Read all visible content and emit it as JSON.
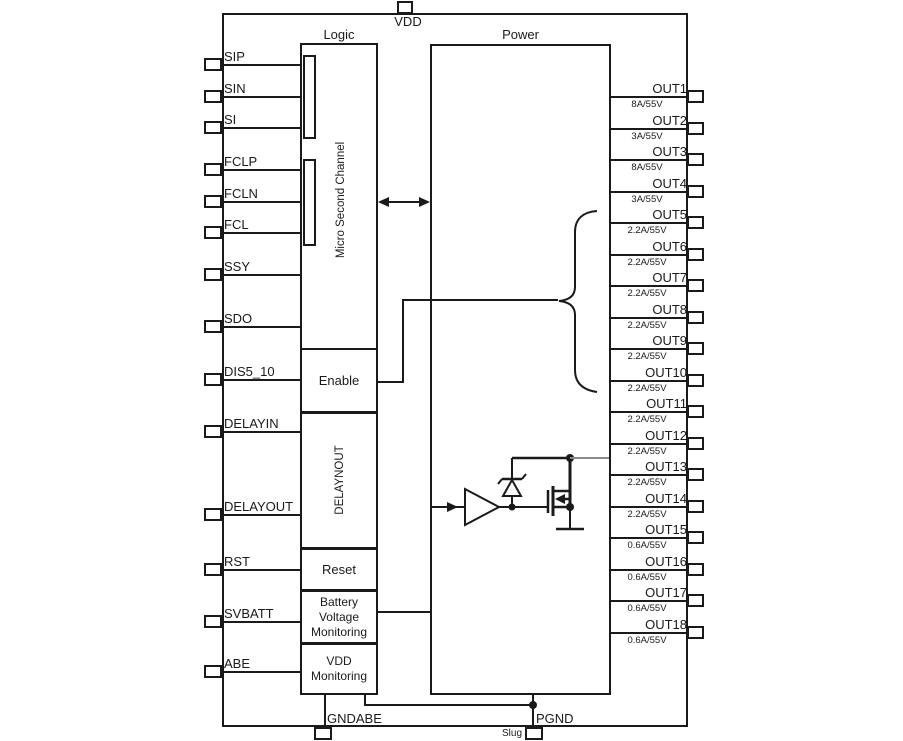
{
  "pins": {
    "top": [
      {
        "label": "VDD"
      }
    ],
    "bottom": [
      {
        "label": "GNDABE"
      },
      {
        "label": "PGND"
      },
      {
        "label": "Slug"
      }
    ],
    "left": [
      {
        "label": "SIP"
      },
      {
        "label": "SIN"
      },
      {
        "label": "SI"
      },
      {
        "label": "FCLP"
      },
      {
        "label": "FCLN"
      },
      {
        "label": "FCL"
      },
      {
        "label": "SSY"
      },
      {
        "label": "SDO"
      },
      {
        "label": "DIS5_10"
      },
      {
        "label": "DELAYIN"
      },
      {
        "label": "DELAYOUT"
      },
      {
        "label": "RST"
      },
      {
        "label": "SVBATT"
      },
      {
        "label": "ABE"
      }
    ],
    "right": [
      {
        "label": "OUT1",
        "rating": "8A/55V"
      },
      {
        "label": "OUT2",
        "rating": "3A/55V"
      },
      {
        "label": "OUT3",
        "rating": "8A/55V"
      },
      {
        "label": "OUT4",
        "rating": "3A/55V"
      },
      {
        "label": "OUT5",
        "rating": "2.2A/55V"
      },
      {
        "label": "OUT6",
        "rating": "2.2A/55V"
      },
      {
        "label": "OUT7",
        "rating": "2.2A/55V"
      },
      {
        "label": "OUT8",
        "rating": "2.2A/55V"
      },
      {
        "label": "OUT9",
        "rating": "2.2A/55V"
      },
      {
        "label": "OUT10",
        "rating": "2.2A/55V"
      },
      {
        "label": "OUT11",
        "rating": "2.2A/55V"
      },
      {
        "label": "OUT12",
        "rating": "2.2A/55V"
      },
      {
        "label": "OUT13",
        "rating": "2.2A/55V"
      },
      {
        "label": "OUT14",
        "rating": "2.2A/55V"
      },
      {
        "label": "OUT15",
        "rating": "0.6A/55V"
      },
      {
        "label": "OUT16",
        "rating": "0.6A/55V"
      },
      {
        "label": "OUT17",
        "rating": "0.6A/55V"
      },
      {
        "label": "OUT18",
        "rating": "0.6A/55V"
      }
    ]
  },
  "blocks": {
    "logic": {
      "title": "Logic",
      "micro_second_channel": "Micro Second Channel",
      "enable": "Enable",
      "delay": "DELAYNOUT",
      "reset": "Reset",
      "battery_voltage_monitoring": "Battery Voltage Monitoring",
      "vdd_monitoring": "VDD Monitoring"
    },
    "power": {
      "title": "Power"
    }
  },
  "colors": {
    "line": "#1a1a1a",
    "background": "#ffffff"
  }
}
